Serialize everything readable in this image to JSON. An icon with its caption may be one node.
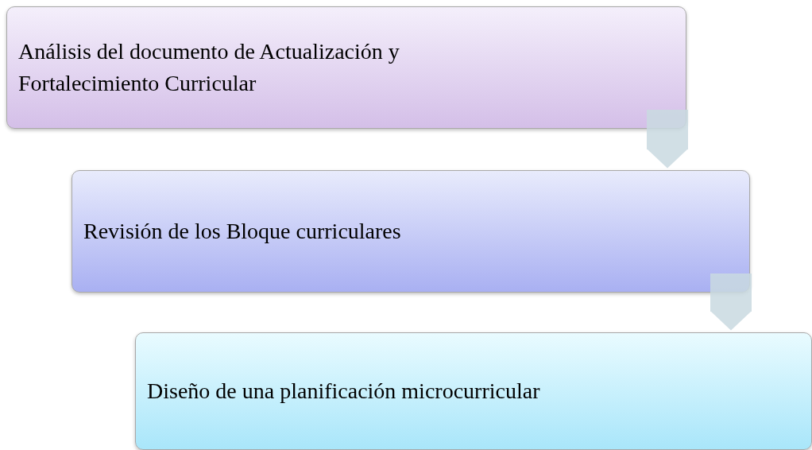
{
  "diagram": {
    "nodes": [
      {
        "text": [
          "Análisis del documento de Actualización y Fortalecimiento Curricular"
        ]
      },
      {
        "text": [
          "Revisión de los Bloque curriculares"
        ]
      },
      {
        "text": [
          "Diseño de una planificación microcurricular"
        ]
      }
    ],
    "edges": [
      {
        "from": 0,
        "to": 1,
        "arrow": "to"
      },
      {
        "from": 1,
        "to": 2,
        "arrow": "to"
      }
    ]
  }
}
